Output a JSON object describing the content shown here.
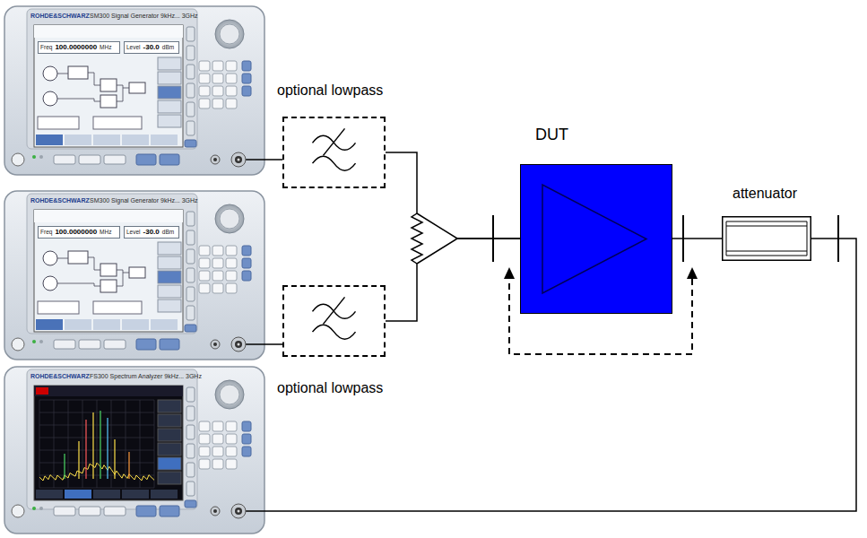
{
  "diagram": {
    "nodes": [
      {
        "text": [
          "ROHDE&SCHWARZ",
          "SM300 Signal Generator 9kHz... 3GHz",
          "Freq",
          "100.0000000",
          "MHz",
          "Level",
          "-30.0",
          "dBm"
        ]
      },
      {
        "text": [
          "optional lowpass"
        ]
      },
      {
        "text": [
          "DUT"
        ]
      },
      {
        "text": [
          "attenuator"
        ]
      },
      {
        "text": [
          "ROHDE&SCHWARZ",
          "SM300 Signal Generator 9kHz... 3GHz",
          "Freq",
          "100.0000000",
          "MHz",
          "Level",
          "-30.0",
          "dBm"
        ]
      },
      {
        "text": [
          "optional lowpass"
        ]
      },
      {
        "text": [
          "ROHDE&SCHWARZ",
          "FS300 Spectrum Analyzer 9kHz... 3GHz"
        ]
      }
    ],
    "edges": [
      {
        "from": 0,
        "to": 1,
        "arrow": "none"
      },
      {
        "from": 4,
        "to": 5,
        "arrow": "none"
      },
      {
        "from": 1,
        "to": 2,
        "arrow": "none"
      },
      {
        "from": 5,
        "to": 2,
        "arrow": "none"
      },
      {
        "from": 2,
        "to": 3,
        "arrow": "none"
      },
      {
        "from": 3,
        "to": 6,
        "arrow": "none"
      }
    ]
  }
}
